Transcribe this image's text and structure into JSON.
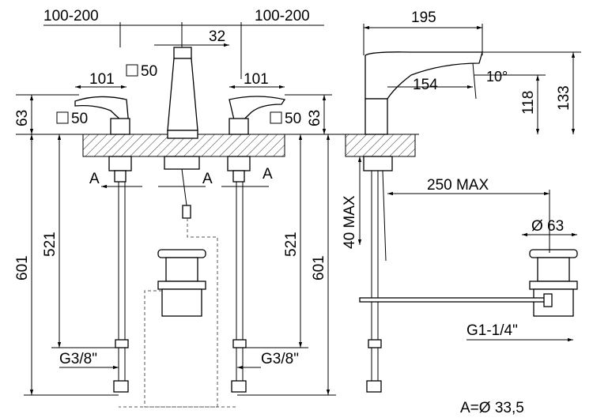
{
  "dimensions": {
    "top_left_spacing": "100-200",
    "top_right_spacing": "100-200",
    "spout_width": "32",
    "side_reach": "195",
    "left_handle_length": "101",
    "right_handle_length": "101",
    "spout_square": "50",
    "left_base_square": "50",
    "right_base_square": "50",
    "left_handle_height": "63",
    "right_handle_height": "63",
    "spout_angle": "10°",
    "spout_reach_inner": "154",
    "outlet_height": "118",
    "total_height": "133",
    "hole_left": "A",
    "hole_center": "A",
    "hole_right": "A",
    "drain_rod": "250 MAX",
    "counter_max": "40 MAX",
    "left_hose_len": "521",
    "right_hose_len": "521",
    "left_total_len": "601",
    "right_total_len": "601",
    "drain_diameter": "Ø 63",
    "drain_thread": "G1-1/4\"",
    "left_thread": "G3/8\"",
    "right_thread": "G3/8\"",
    "hole_note": "A=Ø 33,5"
  }
}
